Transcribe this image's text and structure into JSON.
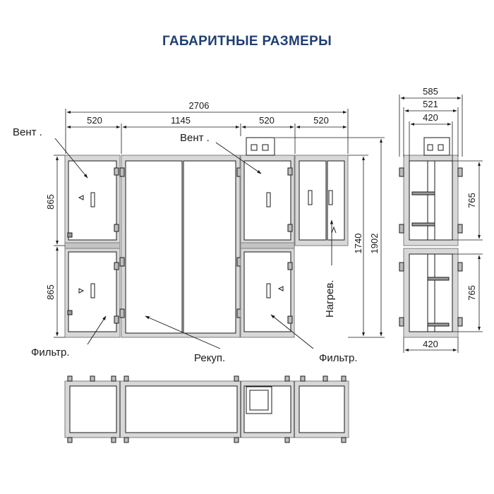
{
  "title": "ГАБАРИТНЫЕ РАЗМЕРЫ",
  "dimensions": {
    "total_width": "2706",
    "w_fan_left": "520",
    "w_recup": "1145",
    "w_fan_right": "520",
    "w_heater": "520",
    "h_upper": "865",
    "h_lower": "865",
    "h_body": "1740",
    "h_total": "1902",
    "side_total": "585",
    "side_mid": "521",
    "side_inner": "420",
    "side_h_upper": "765",
    "side_h_lower": "765",
    "side_bottom": "420"
  },
  "labels": {
    "fan_left": "Вент .",
    "fan_right": "Вент .",
    "heater": "Нагрев.",
    "recuperator": "Рекуп.",
    "filter_left": "Фильтр.",
    "filter_right": "Фильтр."
  },
  "colors": {
    "title": "#1f3e72",
    "frame": "#8f8f8f",
    "line": "#1a1a1a"
  }
}
